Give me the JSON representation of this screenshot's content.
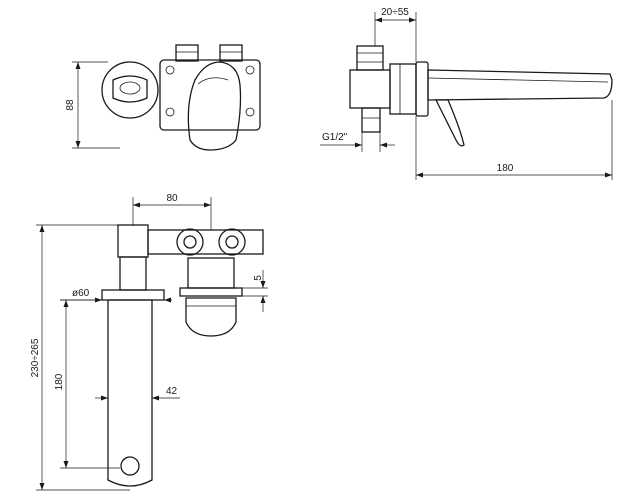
{
  "dimensions": {
    "front_height": "88",
    "side_range": "20÷55",
    "side_thread": "G1/2\"",
    "side_length": "180",
    "top_spacing": "80",
    "top_step": "5",
    "top_diameter": "ø60",
    "top_overall": "230÷265",
    "top_spout_length": "180",
    "top_spout_width": "42"
  }
}
